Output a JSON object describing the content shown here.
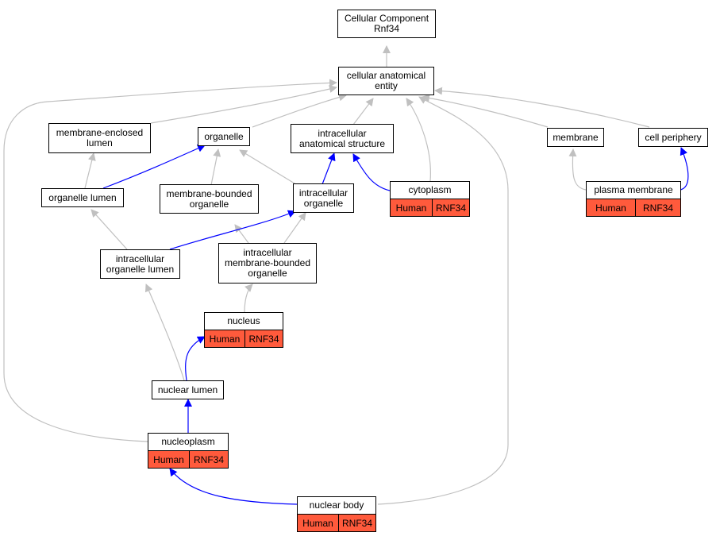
{
  "diagram": {
    "root": {
      "line1": "Cellular Component",
      "line2": "Rnf34"
    },
    "nodes": {
      "cellular_anatomical_entity": "cellular anatomical\nentity",
      "membrane_enclosed_lumen": "membrane-enclosed\nlumen",
      "organelle": "organelle",
      "intracellular_anatomical_structure": "intracellular\nanatomical structure",
      "membrane": "membrane",
      "cell_periphery": "cell periphery",
      "organelle_lumen": "organelle lumen",
      "membrane_bounded_organelle": "membrane-bounded\norganelle",
      "intracellular_organelle": "intracellular\norganelle",
      "intracellular_organelle_lumen": "intracellular\norganelle lumen",
      "intracellular_membrane_bounded_organelle": "intracellular\nmembrane-bounded\norganelle",
      "nuclear_lumen": "nuclear lumen"
    },
    "annotated_nodes": {
      "cytoplasm": {
        "label": "cytoplasm",
        "species": "Human",
        "gene": "RNF34"
      },
      "plasma_membrane": {
        "label": "plasma membrane",
        "species": "Human",
        "gene": "RNF34"
      },
      "nucleus": {
        "label": "nucleus",
        "species": "Human",
        "gene": "RNF34"
      },
      "nucleoplasm": {
        "label": "nucleoplasm",
        "species": "Human",
        "gene": "RNF34"
      },
      "nuclear_body": {
        "label": "nuclear body",
        "species": "Human",
        "gene": "RNF34"
      }
    },
    "colors": {
      "annotation_fill": "#ff5a3c",
      "edge_is_a": "#c0c0c0",
      "edge_part_of": "#0000ff"
    }
  }
}
